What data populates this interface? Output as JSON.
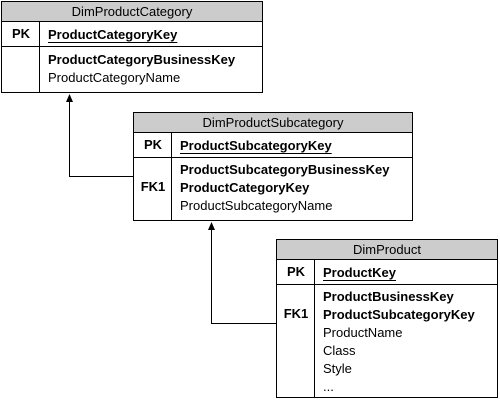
{
  "tables": {
    "category": {
      "name": "DimProductCategory",
      "pk_label": "PK",
      "pk_field": "ProductCategoryKey",
      "fk_label": "",
      "fields": [
        "ProductCategoryBusinessKey",
        "ProductCategoryName"
      ],
      "bold_fields": [
        true,
        false
      ]
    },
    "subcategory": {
      "name": "DimProductSubcategory",
      "pk_label": "PK",
      "pk_field": "ProductSubcategoryKey",
      "fk_label": "FK1",
      "fields": [
        "ProductSubcategoryBusinessKey",
        "ProductCategoryKey",
        "ProductSubcategoryName"
      ],
      "bold_fields": [
        true,
        true,
        false
      ]
    },
    "product": {
      "name": "DimProduct",
      "pk_label": "PK",
      "pk_field": "ProductKey",
      "fk_label": "FK1",
      "fields": [
        "ProductBusinessKey",
        "ProductSubcategoryKey",
        "ProductName",
        "Class",
        "Style",
        "..."
      ],
      "bold_fields": [
        true,
        true,
        false,
        false,
        false,
        false
      ]
    }
  },
  "colors": {
    "header_bg": "#cccccc",
    "border": "#000000",
    "background": "#ffffff"
  }
}
